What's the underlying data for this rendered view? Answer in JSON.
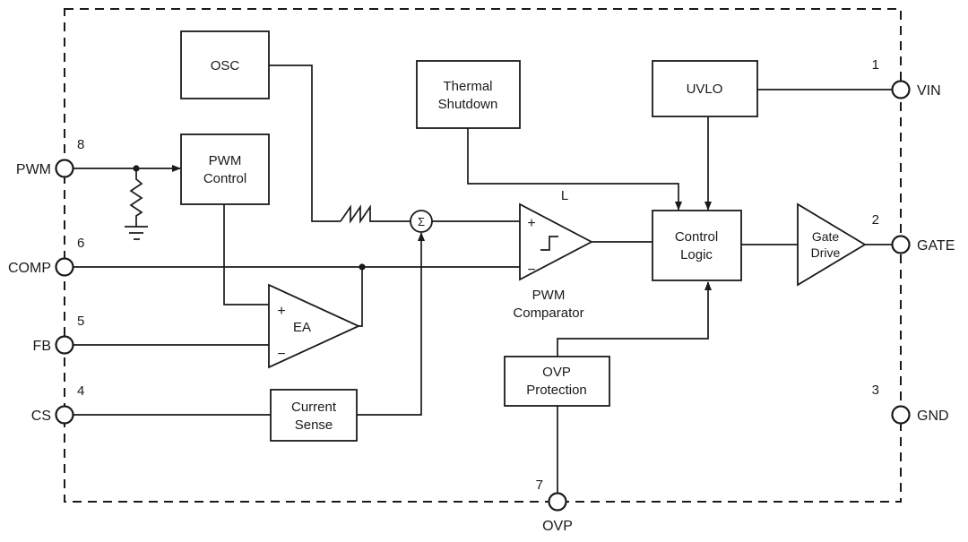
{
  "colors": {
    "ink": "#1a1a1a",
    "background": "#ffffff"
  },
  "blocks": {
    "osc": "OSC",
    "thermal_shutdown": [
      "Thermal",
      "Shutdown"
    ],
    "uvlo": "UVLO",
    "pwm_control": [
      "PWM",
      "Control"
    ],
    "control_logic": [
      "Control",
      "Logic"
    ],
    "ovp_protection": [
      "OVP",
      "Protection"
    ],
    "current_sense": [
      "Current",
      "Sense"
    ],
    "error_amp": "EA",
    "gate_drive": [
      "Gate",
      "Drive"
    ],
    "pwm_comparator_caption": [
      "PWM",
      "Comparator"
    ],
    "comparator_output_label": "L",
    "summing_junction": "Σ"
  },
  "signs": {
    "plus": "+",
    "minus": "−"
  },
  "pins": {
    "left": [
      {
        "number": "8",
        "label": "PWM"
      },
      {
        "number": "6",
        "label": "COMP"
      },
      {
        "number": "5",
        "label": "FB"
      },
      {
        "number": "4",
        "label": "CS"
      }
    ],
    "right": [
      {
        "number": "1",
        "label": "VIN"
      },
      {
        "number": "2",
        "label": "GATE"
      },
      {
        "number": "3",
        "label": "GND"
      }
    ],
    "bottom": [
      {
        "number": "7",
        "label": "OVP"
      }
    ]
  }
}
